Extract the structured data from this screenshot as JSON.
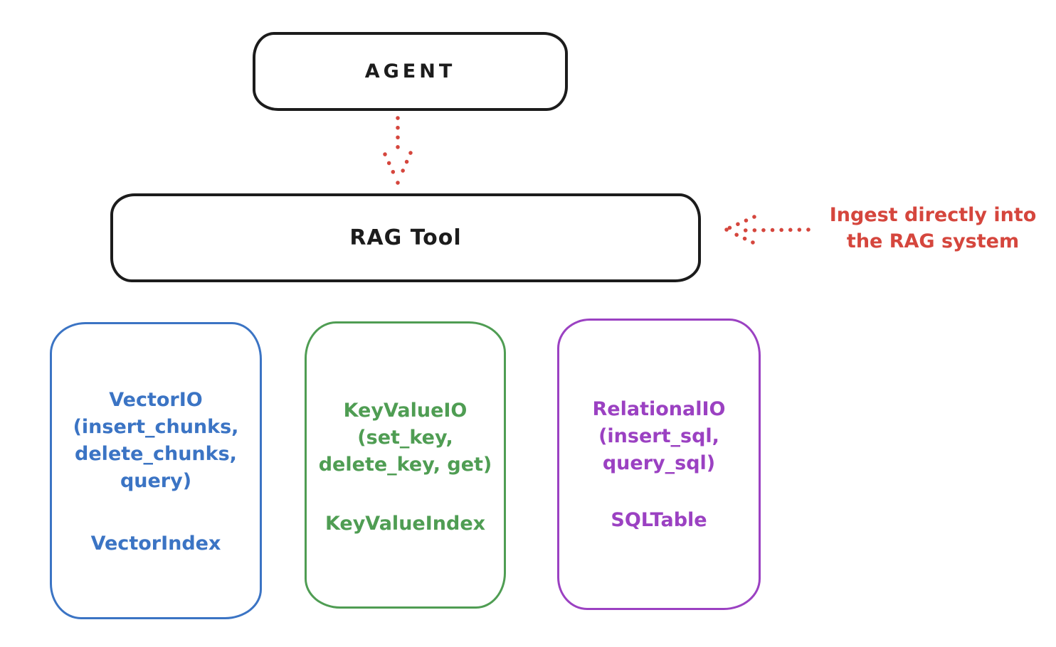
{
  "colors": {
    "background": "#ffffff",
    "ink": "#1c1c1c",
    "red": "#d5463d",
    "blue": "#3b74c4",
    "green": "#4f9d53",
    "purple": "#9b41c2"
  },
  "agent": {
    "label": "AGENT"
  },
  "rag_tool": {
    "label": "RAG Tool"
  },
  "annotation": {
    "line1": "Ingest directly into",
    "line2": "the RAG system"
  },
  "arrows": [
    {
      "name": "agent-to-rag-tool",
      "style": "dotted",
      "color": "#d5463d",
      "direction": "down"
    },
    {
      "name": "annotation-to-rag-tool",
      "style": "dotted",
      "color": "#d5463d",
      "direction": "left"
    }
  ],
  "backends": [
    {
      "name": "VectorIO",
      "color": "#3b74c4",
      "lines": [
        "VectorIO",
        "(insert_chunks,",
        "delete_chunks,",
        "query)"
      ],
      "index_label": "VectorIndex"
    },
    {
      "name": "KeyValueIO",
      "color": "#4f9d53",
      "lines": [
        "KeyValueIO",
        "(set_key,",
        "delete_key, get)"
      ],
      "index_label": "KeyValueIndex"
    },
    {
      "name": "RelationalIO",
      "color": "#9b41c2",
      "lines": [
        "RelationalIO",
        "(insert_sql,",
        "query_sql)"
      ],
      "index_label": "SQLTable"
    }
  ]
}
